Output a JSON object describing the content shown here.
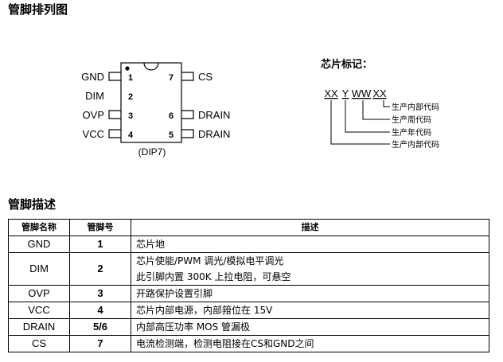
{
  "titles": {
    "pinout": "管脚排列图",
    "description": "管脚描述"
  },
  "package_label": "(DIP7)",
  "pins_left": [
    {
      "name": "GND",
      "num": "1"
    },
    {
      "name": "DIM",
      "num": "2"
    },
    {
      "name": "OVP",
      "num": "3"
    },
    {
      "name": "VCC",
      "num": "4"
    }
  ],
  "pins_right": [
    {
      "name": "CS",
      "num": "7"
    },
    {
      "name": "DRAIN",
      "num": "6"
    },
    {
      "name": "DRAIN",
      "num": "5"
    }
  ],
  "marking": {
    "title": "芯片标记：",
    "code": [
      "XX",
      "Y",
      "WW",
      "XX"
    ],
    "legend": [
      "生产内部代码",
      "生产周代码",
      "生产年代码",
      "生产内部代码"
    ]
  },
  "table": {
    "headers": [
      "管脚名称",
      "管脚号",
      "描述"
    ],
    "rows": [
      {
        "name": "GND",
        "num": "1",
        "desc": [
          "芯片地"
        ]
      },
      {
        "name": "DIM",
        "num": "2",
        "desc": [
          "芯片使能/PWM 调光/模拟电平调光",
          "此引脚内置 300K 上拉电阻，可悬空"
        ]
      },
      {
        "name": "OVP",
        "num": "3",
        "desc": [
          "开路保护设置引脚"
        ]
      },
      {
        "name": "VCC",
        "num": "4",
        "desc": [
          "芯片内部电源，内部箝位在 15V"
        ]
      },
      {
        "name": "DRAIN",
        "num": "5/6",
        "desc": [
          "内部高压功率 MOS 管漏极"
        ]
      },
      {
        "name": "CS",
        "num": "7",
        "desc": [
          "电流检测端，检测电阻接在CS和GND之间"
        ]
      }
    ]
  }
}
